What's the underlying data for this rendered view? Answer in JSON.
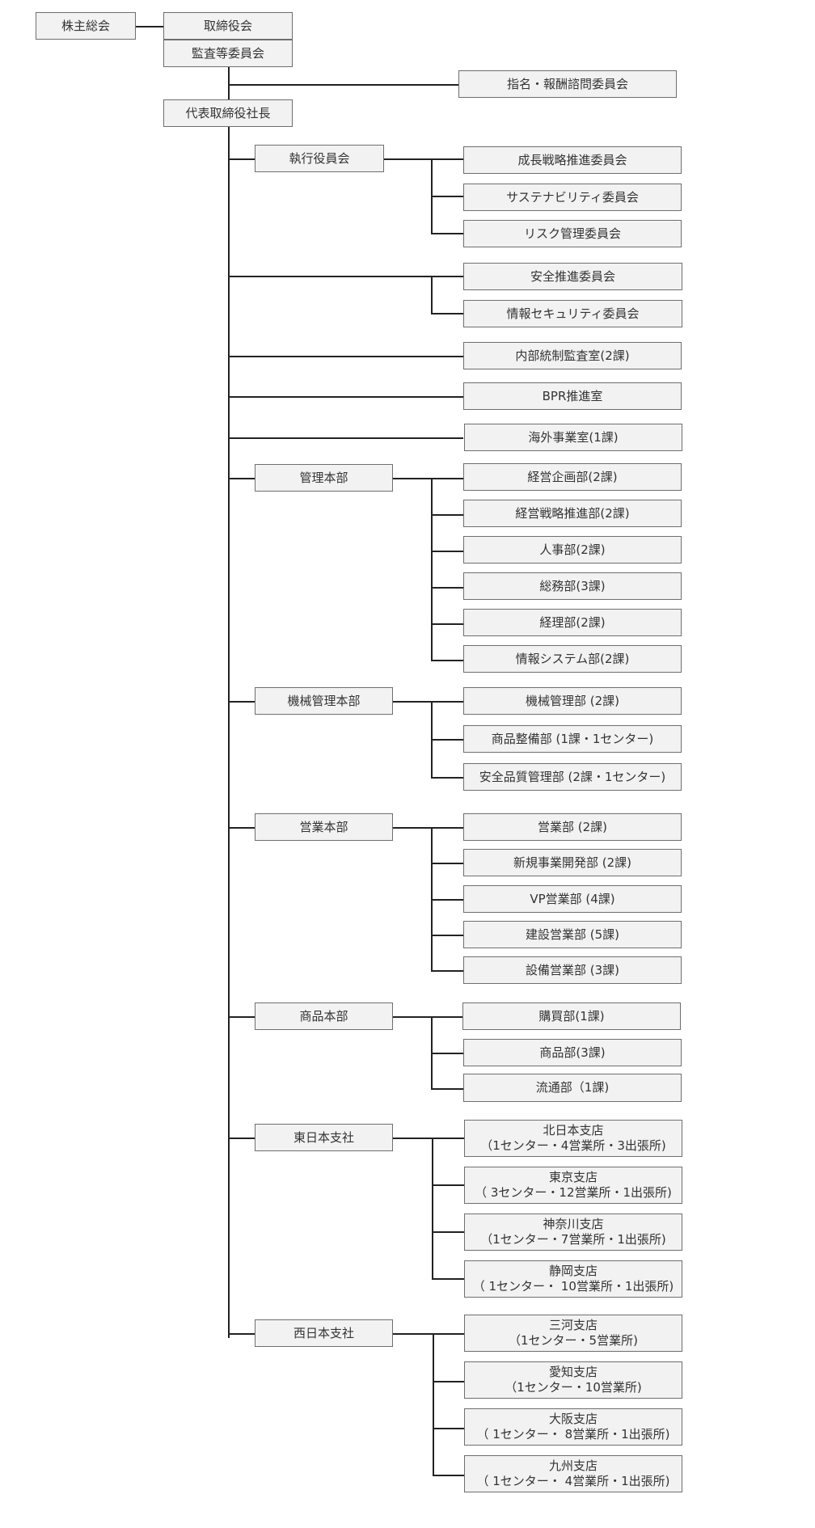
{
  "top": {
    "shareholders": "株主総会",
    "board": "取締役会",
    "audit": "監査等委員会",
    "nomination": "指名・報酬諮問委員会",
    "president": "代表取締役社長"
  },
  "executive_committee": {
    "label": "執行役員会",
    "children": [
      "成長戦略推進委員会",
      "サステナビリティ委員会",
      "リスク管理委員会"
    ]
  },
  "committees": [
    "安全推進委員会",
    "情報セキュリティ委員会"
  ],
  "offices": [
    "内部統制監査室(2課)",
    "BPR推進室",
    "海外事業室(1課)"
  ],
  "divisions": [
    {
      "label": "管理本部",
      "children": [
        "経営企画部(2課)",
        "経営戦略推進部(2課)",
        "人事部(2課)",
        "総務部(3課)",
        "経理部(2課)",
        "情報システム部(2課)"
      ]
    },
    {
      "label": "機械管理本部",
      "children": [
        "機械管理部 (2課)",
        "商品整備部 (1課・1センター)",
        "安全品質管理部 (2課・1センター)"
      ]
    },
    {
      "label": "営業本部",
      "children": [
        "営業部 (2課)",
        "新規事業開発部 (2課)",
        "VP営業部 (4課)",
        "建設営業部 (5課)",
        "設備営業部 (3課)"
      ]
    },
    {
      "label": "商品本部",
      "children": [
        "購買部(1課)",
        "商品部(3課)",
        "流通部（1課)"
      ]
    },
    {
      "label": "東日本支社",
      "children": [
        {
          "name": "北日本支店",
          "detail": "（1センター・4営業所・3出張所)"
        },
        {
          "name": "東京支店",
          "detail": "（ 3センター・12営業所・1出張所)"
        },
        {
          "name": "神奈川支店",
          "detail": "（1センター・7営業所・1出張所)"
        },
        {
          "name": "静岡支店",
          "detail": "（ 1センター・ 10営業所・1出張所)"
        }
      ]
    },
    {
      "label": "西日本支社",
      "children": [
        {
          "name": "三河支店",
          "detail": "（1センター・5営業所)"
        },
        {
          "name": "愛知支店",
          "detail": "（1センター・10営業所)"
        },
        {
          "name": "大阪支店",
          "detail": "（ 1センター・ 8営業所・1出張所)"
        },
        {
          "name": "九州支店",
          "detail": "（ 1センター・ 4営業所・1出張所)"
        }
      ]
    }
  ]
}
